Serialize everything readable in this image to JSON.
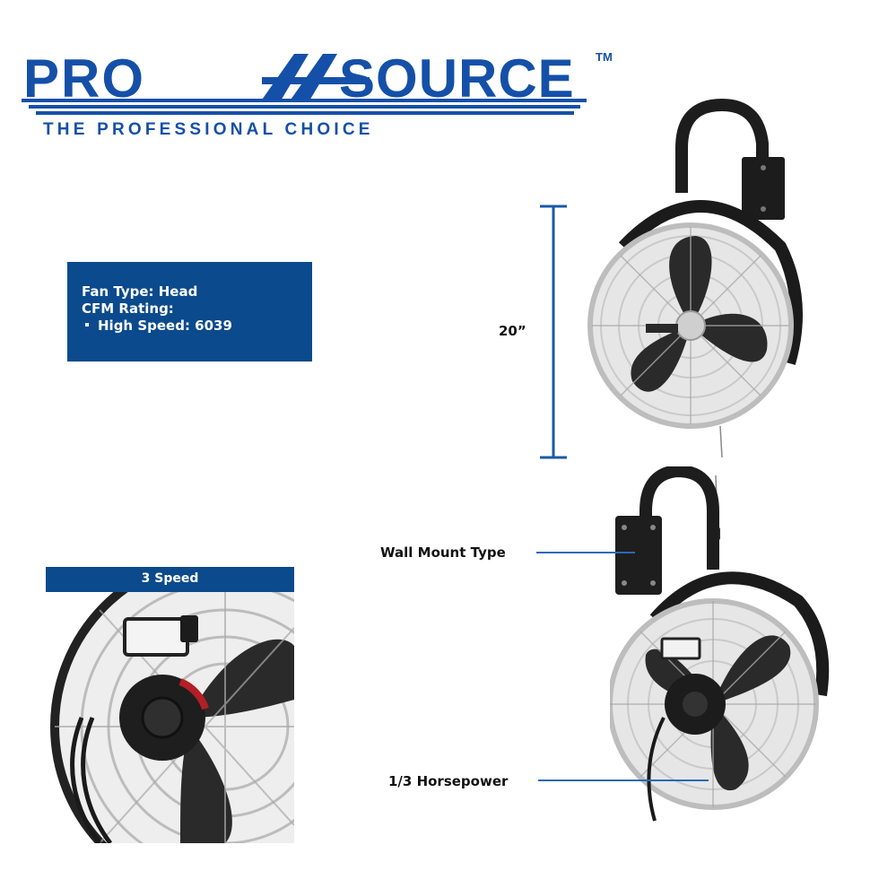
{
  "logo": {
    "brand_left": "PRO",
    "brand_right": "SOURCE",
    "trademark": "TM",
    "tagline": "THE PROFESSIONAL CHOICE"
  },
  "colors": {
    "brand_blue": "#0b4a8c",
    "logo_blue": "#1550a8",
    "callout_line": "#2a6ab8",
    "text": "#111111"
  },
  "specs": {
    "fan_type": "Fan Type: Head",
    "cfm_label": "CFM Rating:",
    "high_speed": "High Speed: 6039"
  },
  "dimension": {
    "label": "20”"
  },
  "speed_banner": {
    "label": "3 Speed"
  },
  "callouts": {
    "wall_mount": "Wall Mount Type",
    "horsepower": "1/3 Horsepower"
  },
  "icons": [
    "fan-head-image",
    "wall-mount-fan-image",
    "motor-closeup-image"
  ]
}
